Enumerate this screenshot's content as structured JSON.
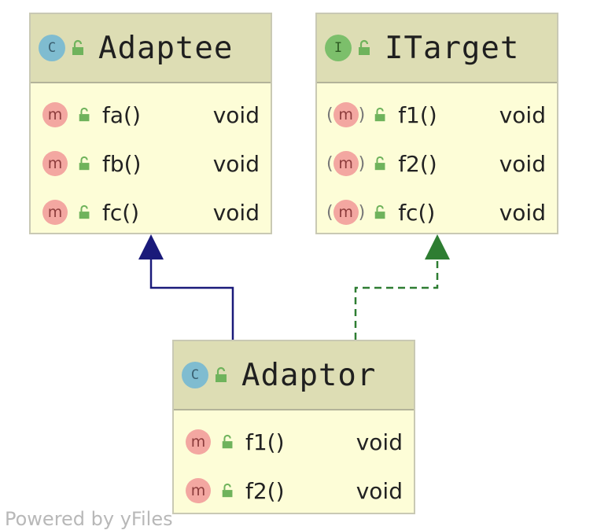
{
  "classes": {
    "adaptee": {
      "kind": "C",
      "name": "Adaptee",
      "methods": [
        {
          "badge": "m",
          "name": "fa()",
          "type": "void"
        },
        {
          "badge": "m",
          "name": "fb()",
          "type": "void"
        },
        {
          "badge": "m",
          "name": "fc()",
          "type": "void"
        }
      ]
    },
    "itarget": {
      "kind": "I",
      "name": "ITarget",
      "methods": [
        {
          "badge": "m",
          "name": "f1()",
          "type": "void"
        },
        {
          "badge": "m",
          "name": "f2()",
          "type": "void"
        },
        {
          "badge": "m",
          "name": "fc()",
          "type": "void"
        }
      ]
    },
    "adaptor": {
      "kind": "C",
      "name": "Adaptor",
      "methods": [
        {
          "badge": "m",
          "name": "f1()",
          "type": "void"
        },
        {
          "badge": "m",
          "name": "f2()",
          "type": "void"
        }
      ]
    }
  },
  "edges": {
    "inheritance": {
      "from": "Adaptor",
      "to": "Adaptee",
      "color": "#1a1a7a"
    },
    "implementation": {
      "from": "Adaptor",
      "to": "ITarget",
      "color": "#2e7d32"
    }
  },
  "footer": {
    "text": "Powered by yFiles"
  }
}
